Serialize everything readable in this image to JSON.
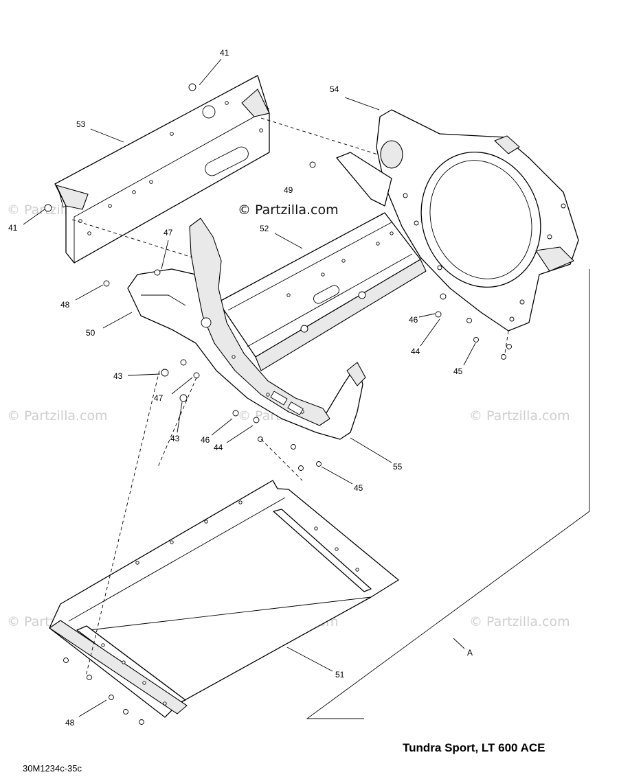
{
  "watermark": "© Partzilla.com",
  "callouts": [
    {
      "id": "c41a",
      "label": "41"
    },
    {
      "id": "c41b",
      "label": "41"
    },
    {
      "id": "c53",
      "label": "53"
    },
    {
      "id": "c54",
      "label": "54"
    },
    {
      "id": "c49",
      "label": "49"
    },
    {
      "id": "c52",
      "label": "52"
    },
    {
      "id": "c47a",
      "label": "47"
    },
    {
      "id": "c48a",
      "label": "48"
    },
    {
      "id": "c50",
      "label": "50"
    },
    {
      "id": "c46a",
      "label": "46"
    },
    {
      "id": "c44a",
      "label": "44"
    },
    {
      "id": "c45a",
      "label": "45"
    },
    {
      "id": "c43a",
      "label": "43"
    },
    {
      "id": "c47b",
      "label": "47"
    },
    {
      "id": "c43b",
      "label": "43"
    },
    {
      "id": "c46b",
      "label": "46"
    },
    {
      "id": "c44b",
      "label": "44"
    },
    {
      "id": "c55",
      "label": "55"
    },
    {
      "id": "c45b",
      "label": "45"
    },
    {
      "id": "c51",
      "label": "51"
    },
    {
      "id": "cA",
      "label": "A"
    },
    {
      "id": "c48b",
      "label": "48"
    }
  ],
  "model_title": "Tundra Sport, LT 600 ACE",
  "diagram_ref": "30M1234c-35c"
}
